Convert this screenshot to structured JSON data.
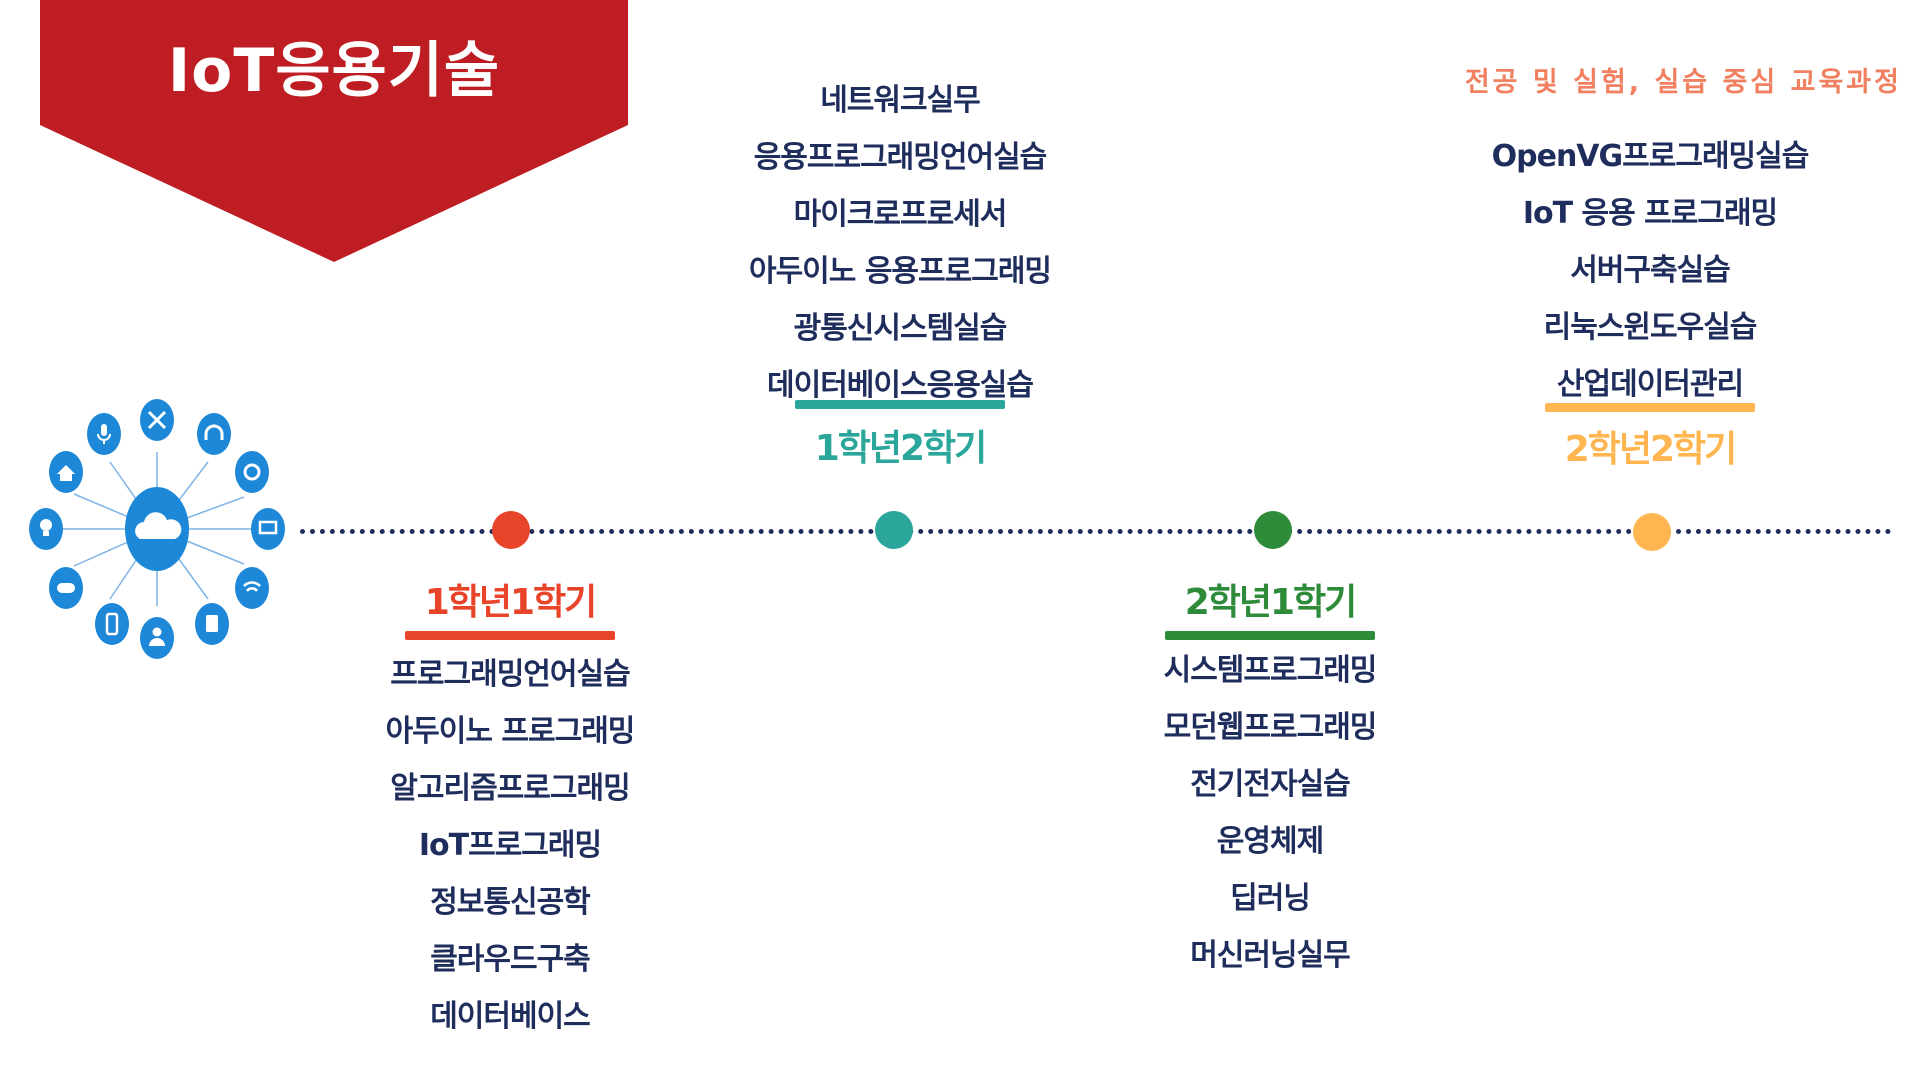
{
  "banner": {
    "title": "IoT응용기술"
  },
  "subtitle": "전공 및 실험, 실습 중심 교육과정",
  "colors": {
    "banner": "#be1e23",
    "navy": "#1f2d5c",
    "sem1_1": "#e8442a",
    "sem1_2": "#2aa79a",
    "sem2_1": "#2e8b3a",
    "sem2_2": "#ffb550",
    "hub_blue": "#1e88d8"
  },
  "hub": {
    "center_icon": "cloud-icon",
    "icons": [
      "tools-icon",
      "headphones-icon",
      "gear-icon",
      "monitor-icon",
      "wifi-icon",
      "tablet-icon",
      "user-icon",
      "smartphone-icon",
      "gamepad-icon",
      "lightbulb-icon",
      "home-icon",
      "microphone-icon"
    ]
  },
  "semesters": {
    "s1_1": {
      "label": "1학년1학기",
      "courses": [
        "프로그래밍언어실습",
        "아두이노 프로그래밍",
        "알고리즘프로그래밍",
        "IoT프로그래밍",
        "정보통신공학",
        "클라우드구축",
        "데이터베이스"
      ]
    },
    "s1_2": {
      "label": "1학년2학기",
      "courses": [
        "네트워크실무",
        "응용프로그래밍언어실습",
        "마이크로프로세서",
        "아두이노 응용프로그래밍",
        "광통신시스템실습",
        "데이터베이스응용실습"
      ]
    },
    "s2_1": {
      "label": "2학년1학기",
      "courses": [
        "시스템프로그래밍",
        "모던웹프로그래밍",
        "전기전자실습",
        "운영체제",
        "딥러닝",
        "머신러닝실무"
      ]
    },
    "s2_2": {
      "label": "2학년2학기",
      "courses": [
        "OpenVG프로그래밍실습",
        "IoT 응용 프로그래밍",
        "서버구축실습",
        "리눅스윈도우실습",
        "산업데이터관리"
      ]
    }
  }
}
